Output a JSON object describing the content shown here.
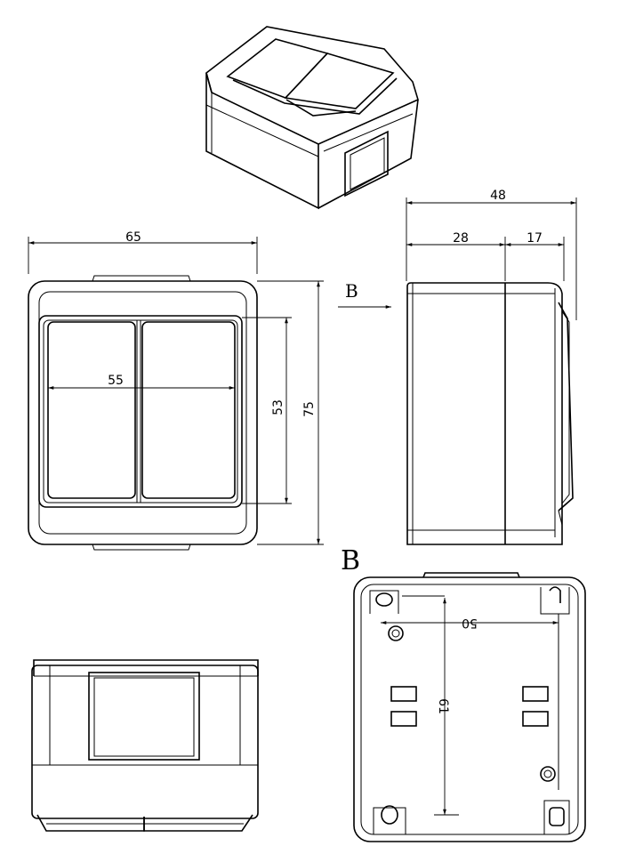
{
  "dimensions": {
    "total_depth": "48",
    "body_depth": "28",
    "cover_depth": "17",
    "width": "65",
    "button_width": "55",
    "button_height": "53",
    "height": "75",
    "mount_horizontal": "50",
    "mount_vertical": "61"
  },
  "labels": {
    "view_arrow": "B",
    "view_title": "B"
  }
}
